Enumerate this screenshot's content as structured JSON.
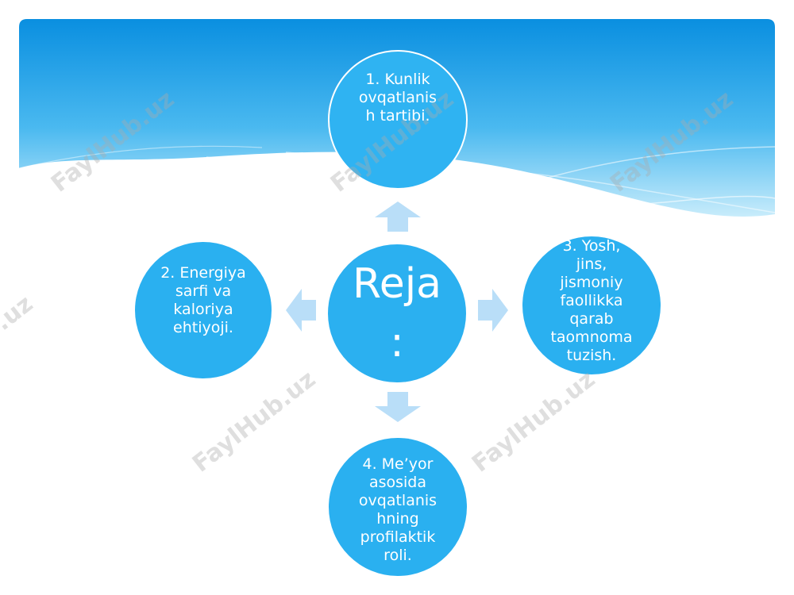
{
  "slide": {
    "center": {
      "text": "Reja\n:"
    },
    "nodes": [
      {
        "id": "top",
        "text": "1. Kunlik\novqatlanis\nh tartibi."
      },
      {
        "id": "left",
        "text": "2. Energiya\nsarfi va\nkaloriya\nehtiyoji."
      },
      {
        "id": "right",
        "text": "3. Yosh,\njins,\njismoniy\nfaollikka\nqarab\ntaomnoma\ntuzish."
      },
      {
        "id": "bottom",
        "text": "4. Me’yor\nasosida\novqatlanis\nhning\nprofilaktik\nroli."
      }
    ],
    "watermark": "FaylHub.uz"
  },
  "colors": {
    "circle": "#2bb0f0",
    "arrow": "#b9def8",
    "header_top": "#0a8fe0",
    "header_bottom": "#c8ecfb"
  }
}
